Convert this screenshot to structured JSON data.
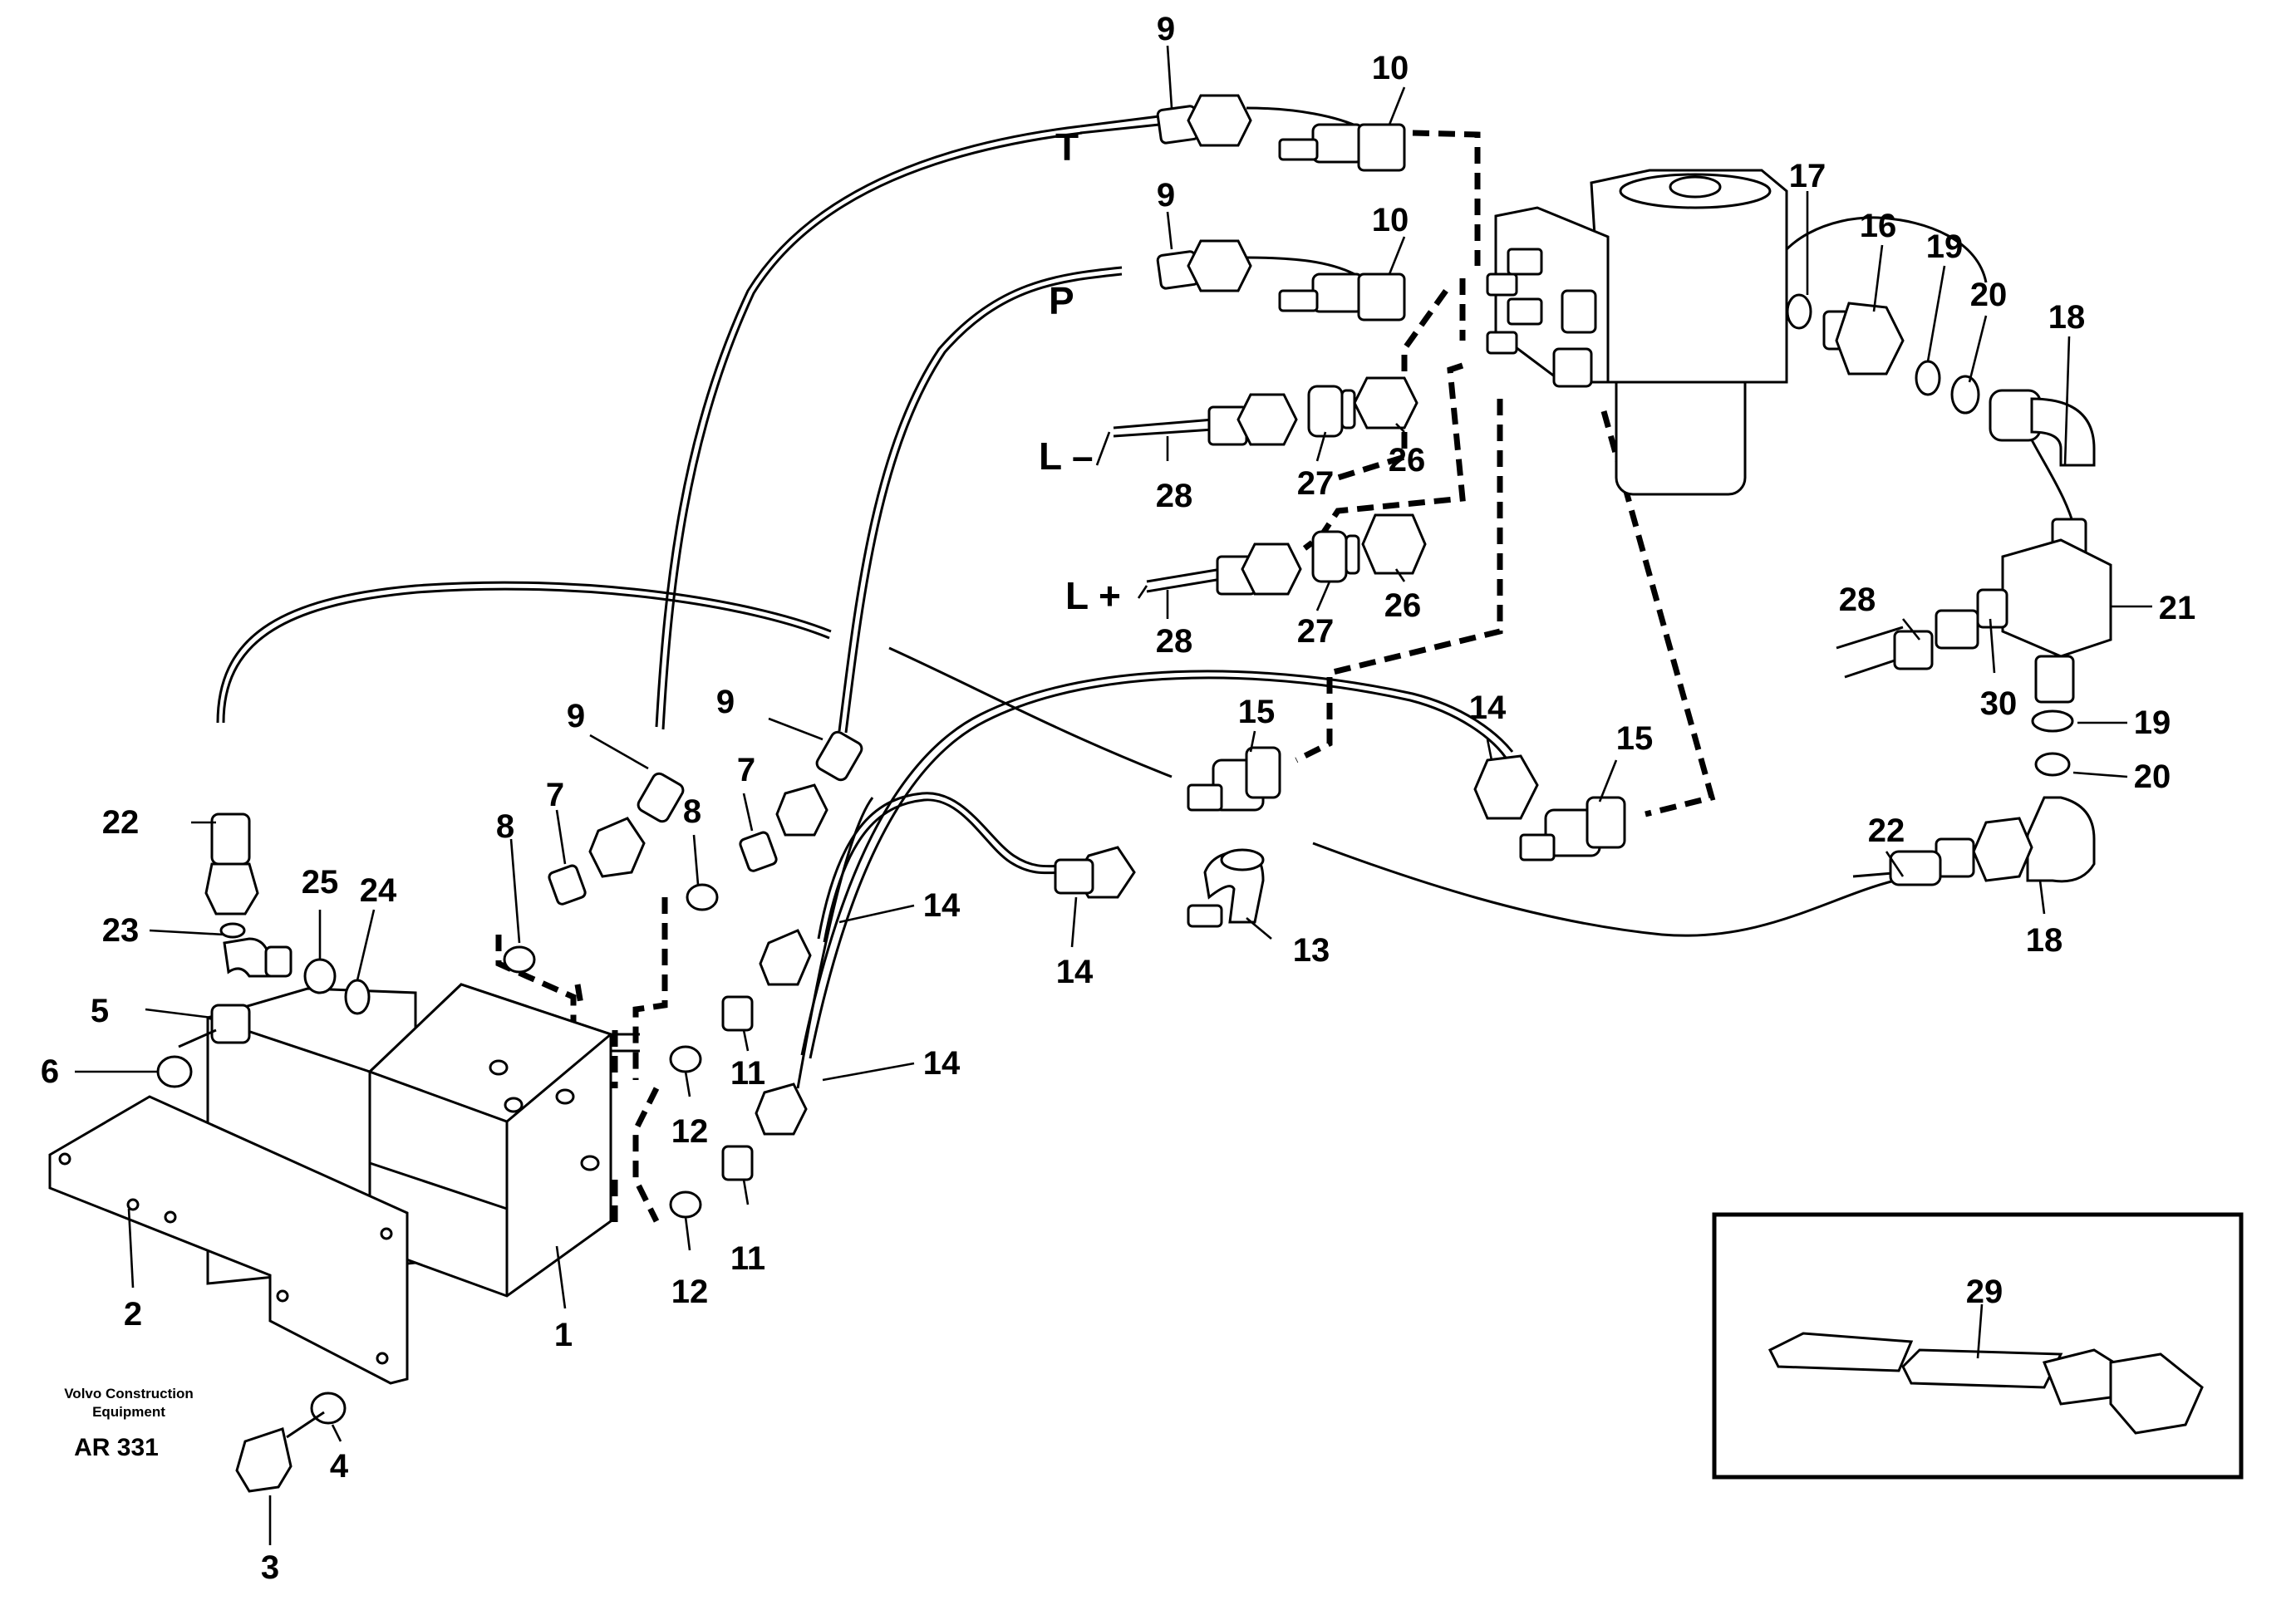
{
  "labels": {
    "p1": "1",
    "p2": "2",
    "p3": "3",
    "p4": "4",
    "p5": "5",
    "p6": "6",
    "p7": "7",
    "p8": "8",
    "p9": "9",
    "p10": "10",
    "p11": "11",
    "p12": "12",
    "p13": "13",
    "p14": "14",
    "p15": "15",
    "p16": "16",
    "p17": "17",
    "p18": "18",
    "p19": "19",
    "p20": "20",
    "p21": "21",
    "p22": "22",
    "p23": "23",
    "p24": "24",
    "p25": "25",
    "p26": "26",
    "p27": "27",
    "p28": "28",
    "p29": "29",
    "p30": "30"
  },
  "ports": {
    "t": "T",
    "p": "P",
    "lminus": "L –",
    "lplus": "L +"
  },
  "brand": {
    "line1": "Volvo Construction",
    "line2": "Equipment",
    "code": "AR 331"
  }
}
